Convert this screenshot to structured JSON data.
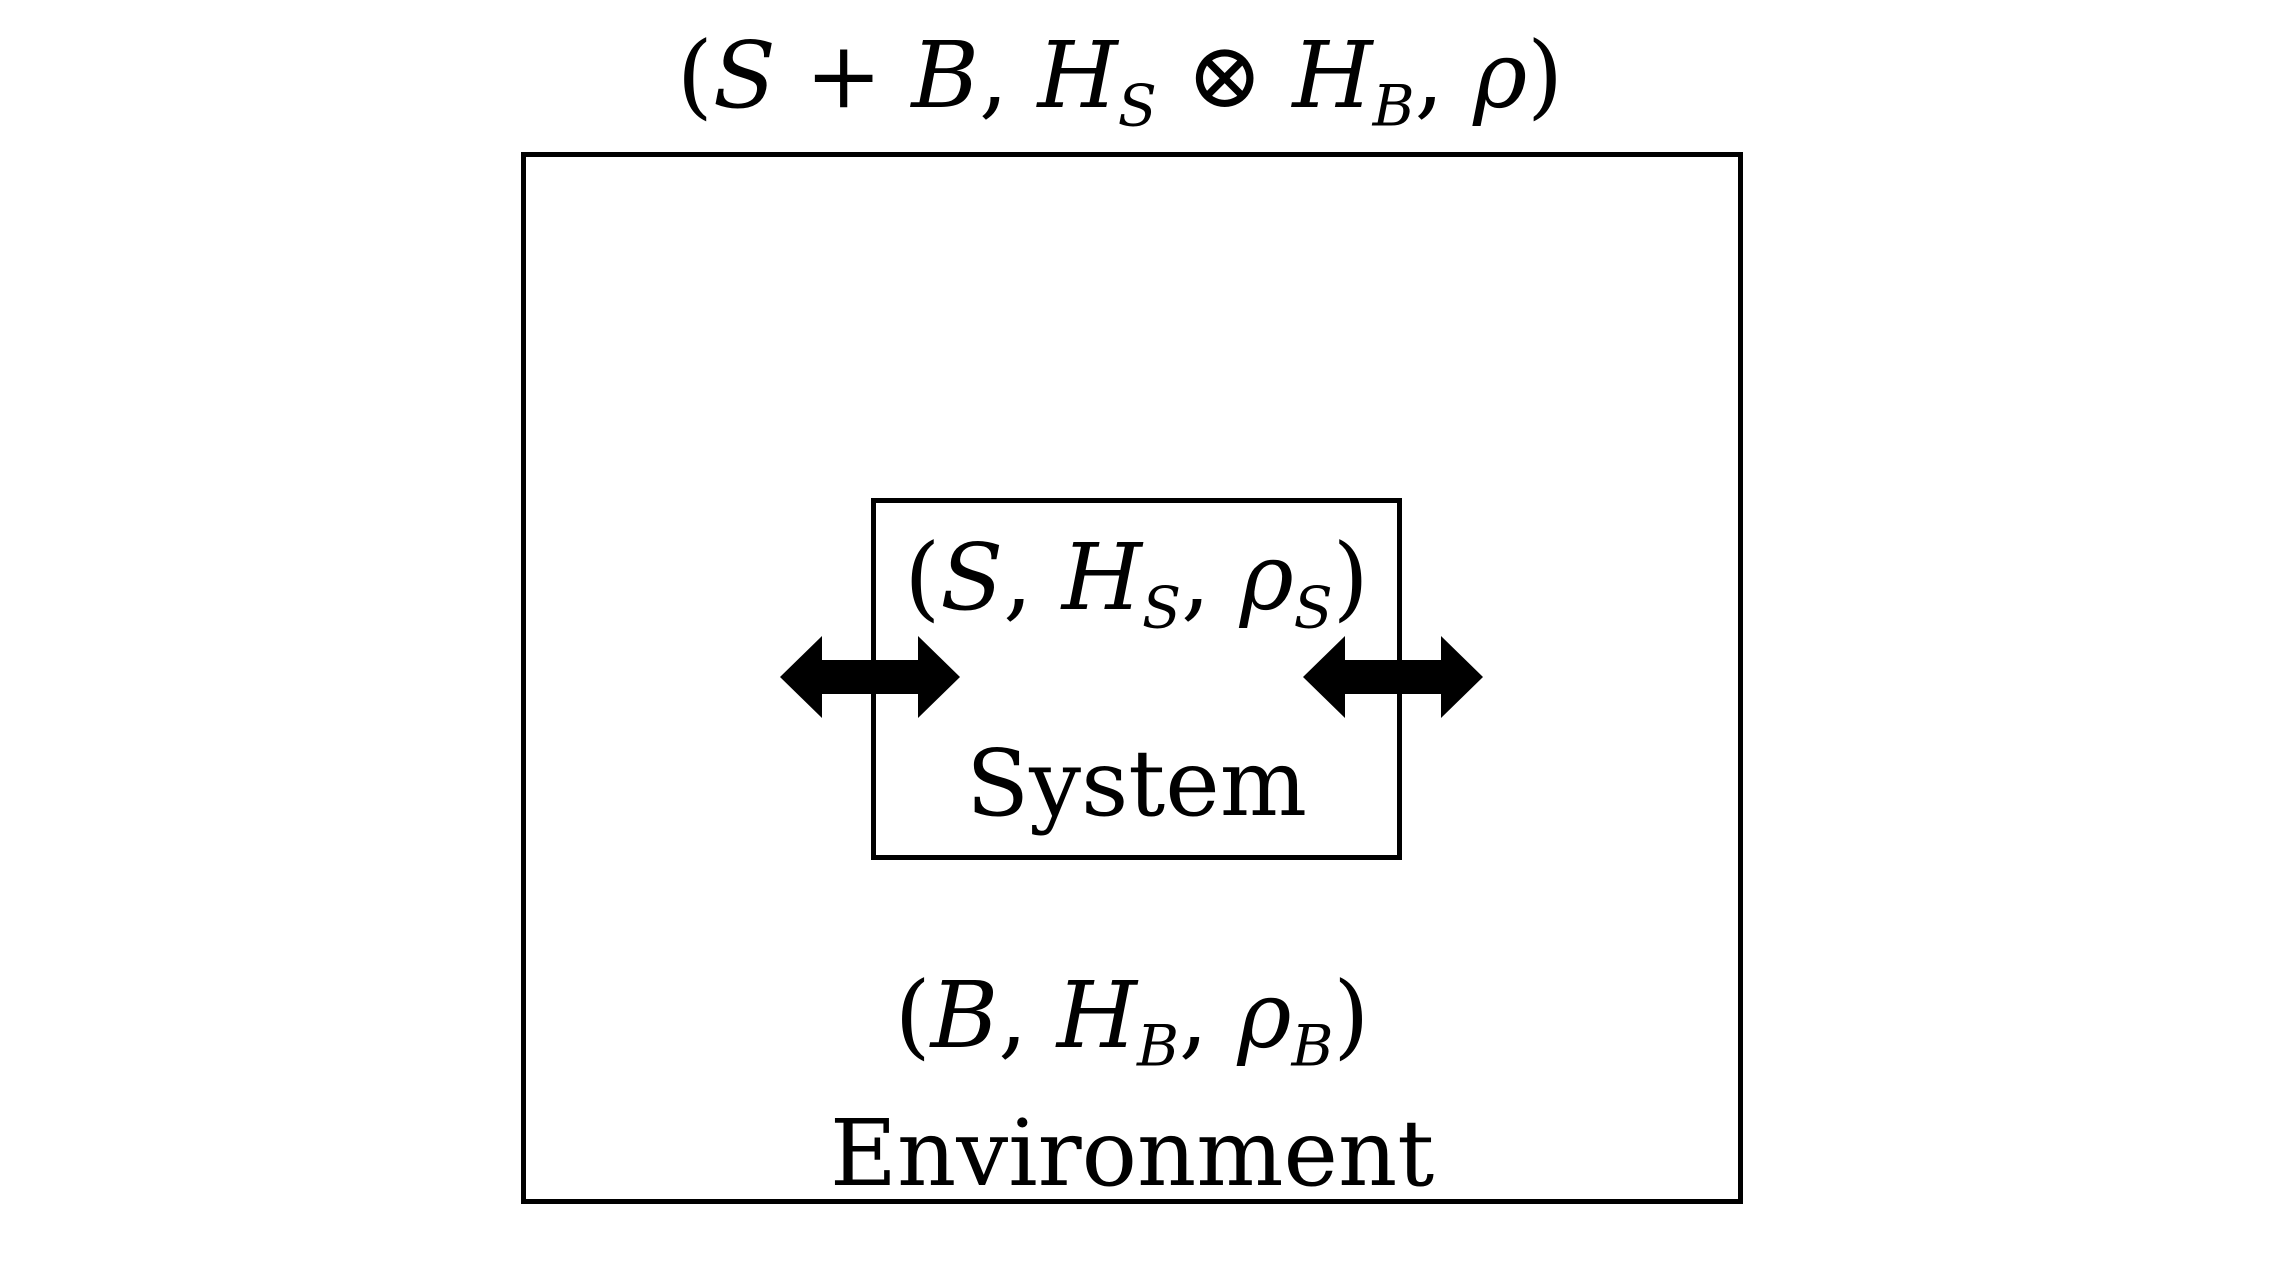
{
  "diagram": {
    "total": {
      "open": "(",
      "s1": "S",
      "plus": " + ",
      "b1": "B",
      "comma1": ", ",
      "h1": "H",
      "h1_sub": "S",
      "otimes": " ⊗ ",
      "h2": "H",
      "h2_sub": "B",
      "comma2": ", ",
      "rho": "ρ",
      "close": ")"
    },
    "system": {
      "open": "(",
      "s": "S",
      "comma1": ", ",
      "h": "H",
      "h_sub": "S",
      "comma2": ", ",
      "rho": "ρ",
      "rho_sub": "S",
      "close": ")",
      "name": "System"
    },
    "environment": {
      "open": "(",
      "b": "B",
      "comma1": ", ",
      "h": "H",
      "h_sub": "B",
      "comma2": ", ",
      "rho": "ρ",
      "rho_sub": "B",
      "close": ")",
      "name": "Environment"
    },
    "arrows": [
      {
        "icon": "double-arrow-icon"
      },
      {
        "icon": "double-arrow-icon"
      }
    ]
  }
}
